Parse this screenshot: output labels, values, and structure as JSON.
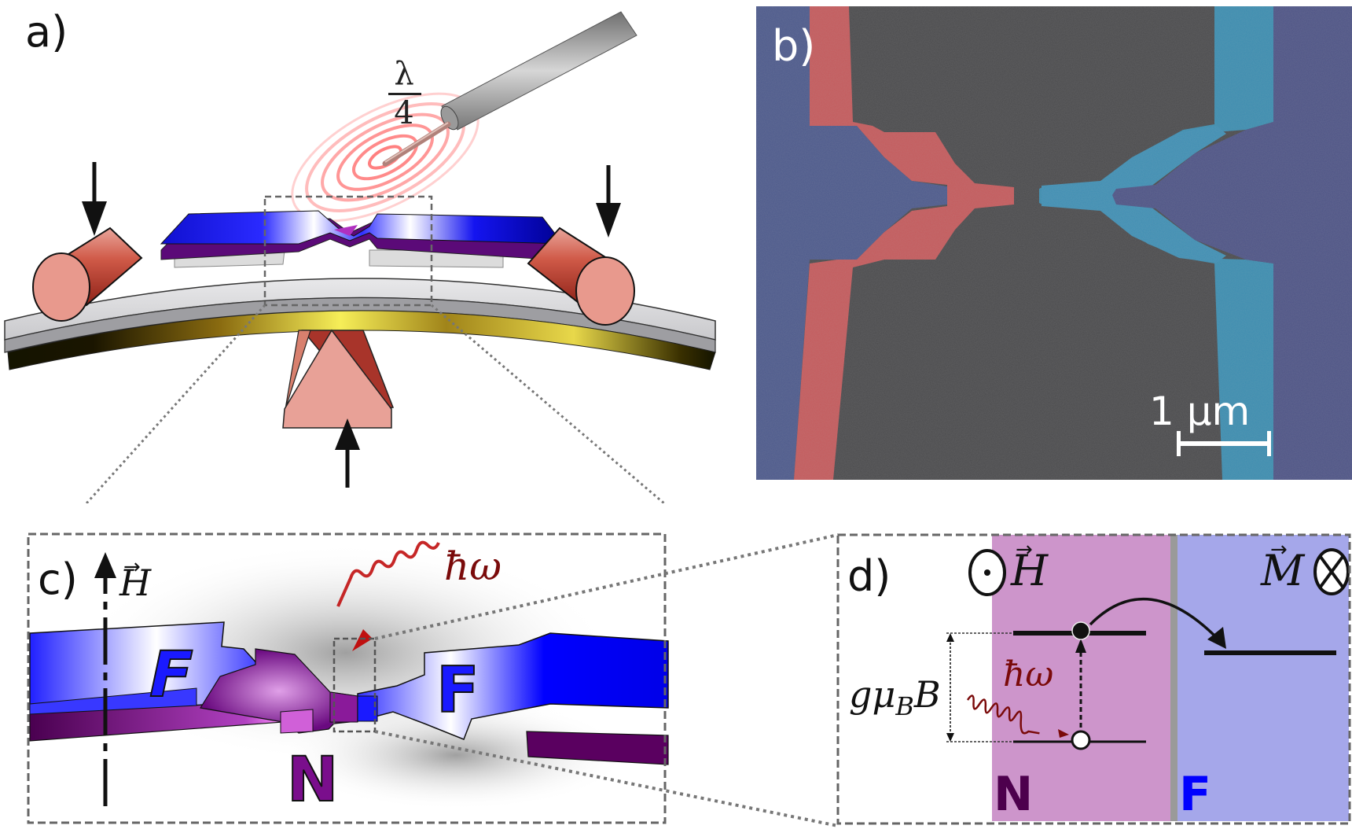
{
  "figure": {
    "panels": {
      "a": {
        "label": "a)",
        "antenna_label_num": "λ",
        "antenna_label_den": "4",
        "description": "three-point bending setup with lambda/4 antenna"
      },
      "b": {
        "label": "b)",
        "scale_bar": "1 µm",
        "description": "false-colored SEM image of nanostructure"
      },
      "c": {
        "label": "c)",
        "field_label": "H",
        "photon_label": "ħω",
        "ferromagnet_left": "F",
        "ferromagnet_right": "F",
        "normal_metal": "N"
      },
      "d": {
        "label": "d)",
        "field_label": "H",
        "magnetization_label": "M",
        "zeeman_label_g": "g",
        "zeeman_label_mu": "μ",
        "zeeman_label_sub": "B",
        "zeeman_label_B": "B",
        "photon_label": "ħω",
        "region_N": "N",
        "region_F": "F"
      }
    },
    "colors": {
      "ferromagnet_blue": "#1a1aff",
      "normal_purple": "#7a0e8c",
      "antenna_glow": "#f08080",
      "copper": "#e8a197",
      "copper_dark": "#a8342a",
      "gold": "#f5e34b",
      "sem_background": "#4a4a4a",
      "sem_red": "#c85a5a",
      "sem_cyan": "#3f8fb0",
      "sem_blue": "#4a5a8c",
      "panel_d_N_bg": "#cd95cb",
      "panel_d_F_bg": "#a5a7ea",
      "panel_d_N_text": "#4d004d",
      "panel_d_F_text": "#0000ff",
      "photon_red": "#7a0a0a"
    }
  }
}
